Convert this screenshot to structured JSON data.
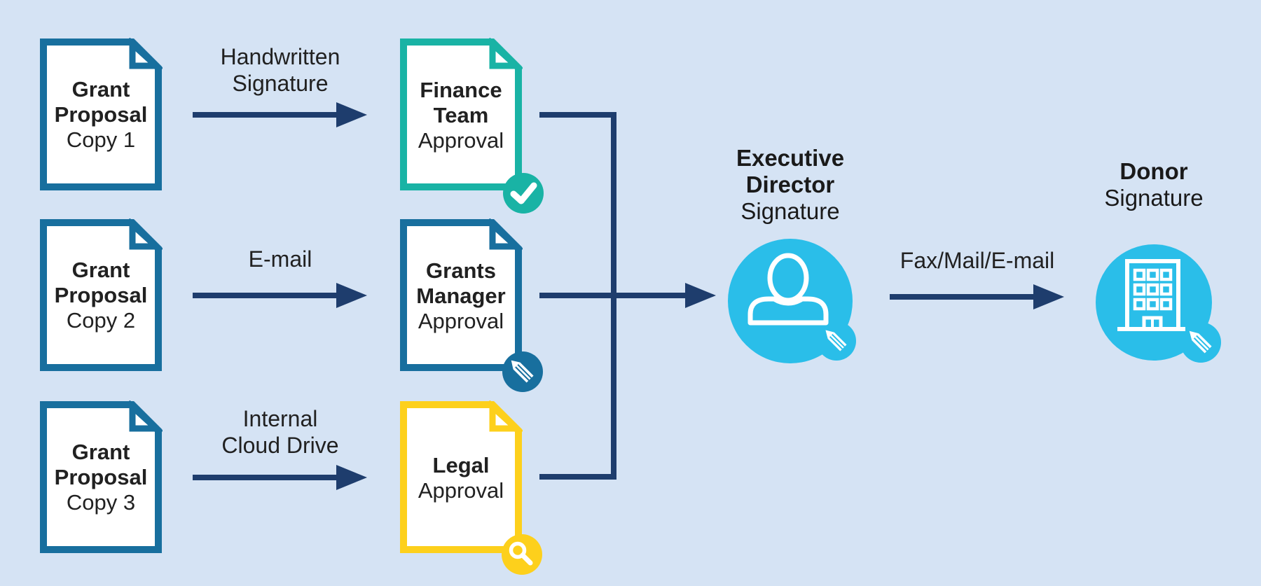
{
  "colors": {
    "background": "#d5e3f4",
    "arrow_navy": "#1e3d6d",
    "doc_blue": "#186f9e",
    "finance_teal": "#19b3a5",
    "legal_yellow": "#fdd01c",
    "signature_cyan": "#2abee9",
    "text_dark": "#212121"
  },
  "rows": [
    {
      "source": {
        "line1": "Grant",
        "line2": "Proposal",
        "line3": "Copy 1"
      },
      "transfer_label": {
        "line1": "Handwritten",
        "line2": "Signature"
      },
      "approval": {
        "line1": "Finance",
        "line2": "Team",
        "line3": "Approval",
        "badge_icon": "check-icon"
      }
    },
    {
      "source": {
        "line1": "Grant",
        "line2": "Proposal",
        "line3": "Copy 2"
      },
      "transfer_label": {
        "line1": "E-mail"
      },
      "approval": {
        "line1": "Grants",
        "line2": "Manager",
        "line3": "Approval",
        "badge_icon": "pencil-icon"
      }
    },
    {
      "source": {
        "line1": "Grant",
        "line2": "Proposal",
        "line3": "Copy 3"
      },
      "transfer_label": {
        "line1": "Internal",
        "line2": "Cloud Drive"
      },
      "approval": {
        "line1": "Legal",
        "line2": "Approval",
        "badge_icon": "magnifier-icon"
      }
    }
  ],
  "executive": {
    "line1": "Executive",
    "line2": "Director",
    "line3": "Signature",
    "icon": "person-icon",
    "badge_icon": "pencil-icon"
  },
  "fax_label": "Fax/Mail/E-mail",
  "donor": {
    "line1": "Donor",
    "line2": "Signature",
    "icon": "building-icon",
    "badge_icon": "pencil-icon"
  }
}
